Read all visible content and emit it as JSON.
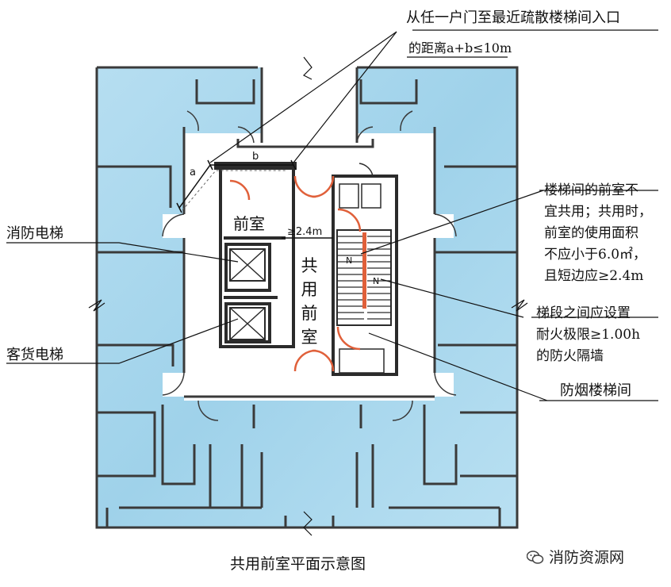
{
  "caption": "共用前室平面示意图",
  "watermark": {
    "text": "消防资源网",
    "icon": "wechat-icon"
  },
  "top_note": {
    "line1": "从任一户门至最近疏散楼梯间入口",
    "line2": "的距离a+b≤10m"
  },
  "labels": {
    "front_room": "前室",
    "shared_front_room": [
      "共",
      "用",
      "前",
      "室"
    ],
    "fire_elevator": "消防电梯",
    "freight_elevator": "客货电梯",
    "stair_room": "防烟楼梯间",
    "a": "a",
    "b": "b",
    "width_mark": "≥2.4m",
    "north_marks": [
      "N",
      "N"
    ]
  },
  "notes": {
    "shared_use": [
      "楼梯间的前室不",
      "宜共用；共用时，",
      "前室的使用面积",
      "不应小于6.0㎡，",
      "且短边应≥2.4m"
    ],
    "fire_wall": [
      "梯段之间应设置",
      "耐火极限≥1.00h",
      "的防火隔墙"
    ]
  },
  "colors": {
    "room_fill": "#a9d8ee",
    "room_fill_light": "#cdeaf7",
    "wall": "#2b2b2b",
    "door": "#e0603a"
  }
}
